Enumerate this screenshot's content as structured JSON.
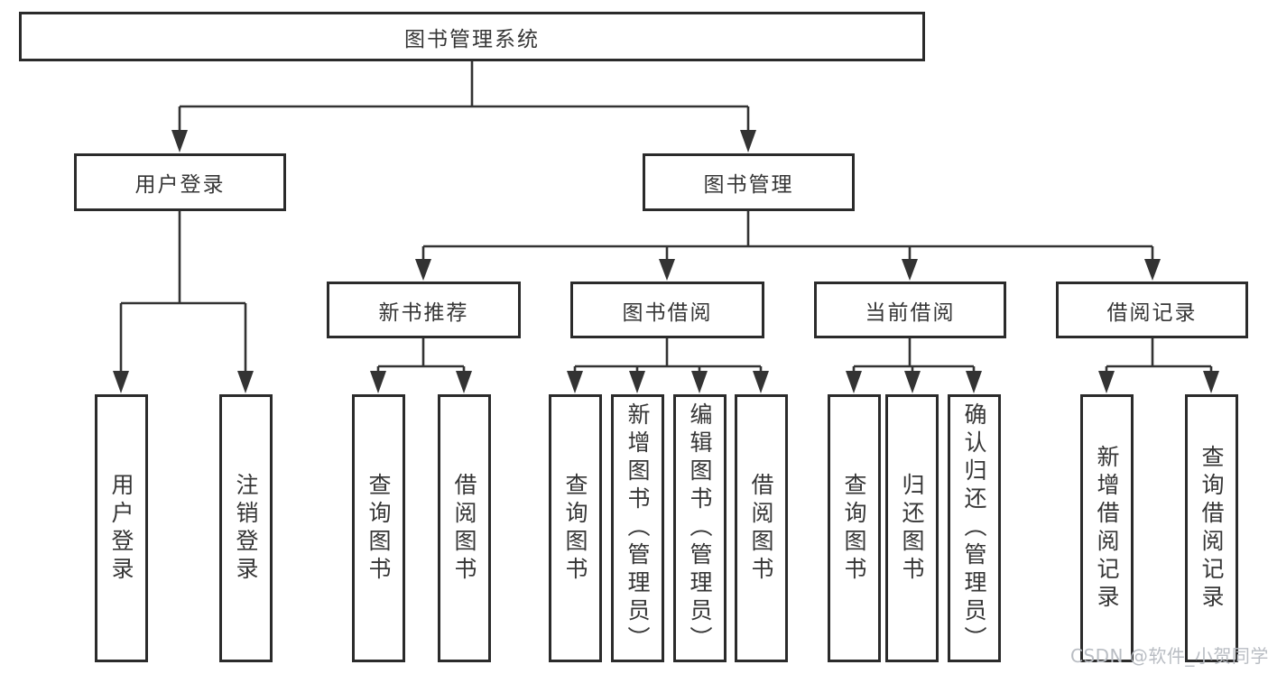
{
  "diagram": {
    "title": "图书管理系统",
    "branches": [
      {
        "label": "用户登录",
        "children": [
          {
            "label": "用户登录"
          },
          {
            "label": "注销登录"
          }
        ]
      },
      {
        "label": "图书管理",
        "children": [
          {
            "label": "新书推荐",
            "children": [
              {
                "label": "查询图书"
              },
              {
                "label": "借阅图书"
              }
            ]
          },
          {
            "label": "图书借阅",
            "children": [
              {
                "label": "查询图书"
              },
              {
                "label": "新增图书（管理员）"
              },
              {
                "label": "编辑图书（管理员）"
              },
              {
                "label": "借阅图书"
              }
            ]
          },
          {
            "label": "当前借阅",
            "children": [
              {
                "label": "查询图书"
              },
              {
                "label": "归还图书"
              },
              {
                "label": "确认归还（管理员）"
              }
            ]
          },
          {
            "label": "借阅记录",
            "children": [
              {
                "label": "新增借阅记录"
              },
              {
                "label": "查询借阅记录"
              }
            ]
          }
        ]
      }
    ]
  },
  "watermark": {
    "text": "CSDN @软件_小贺同学"
  },
  "colors": {
    "line": "#333333",
    "box_border": "#2b2b2b",
    "text": "#363636",
    "watermark": "#b9bdc3"
  }
}
